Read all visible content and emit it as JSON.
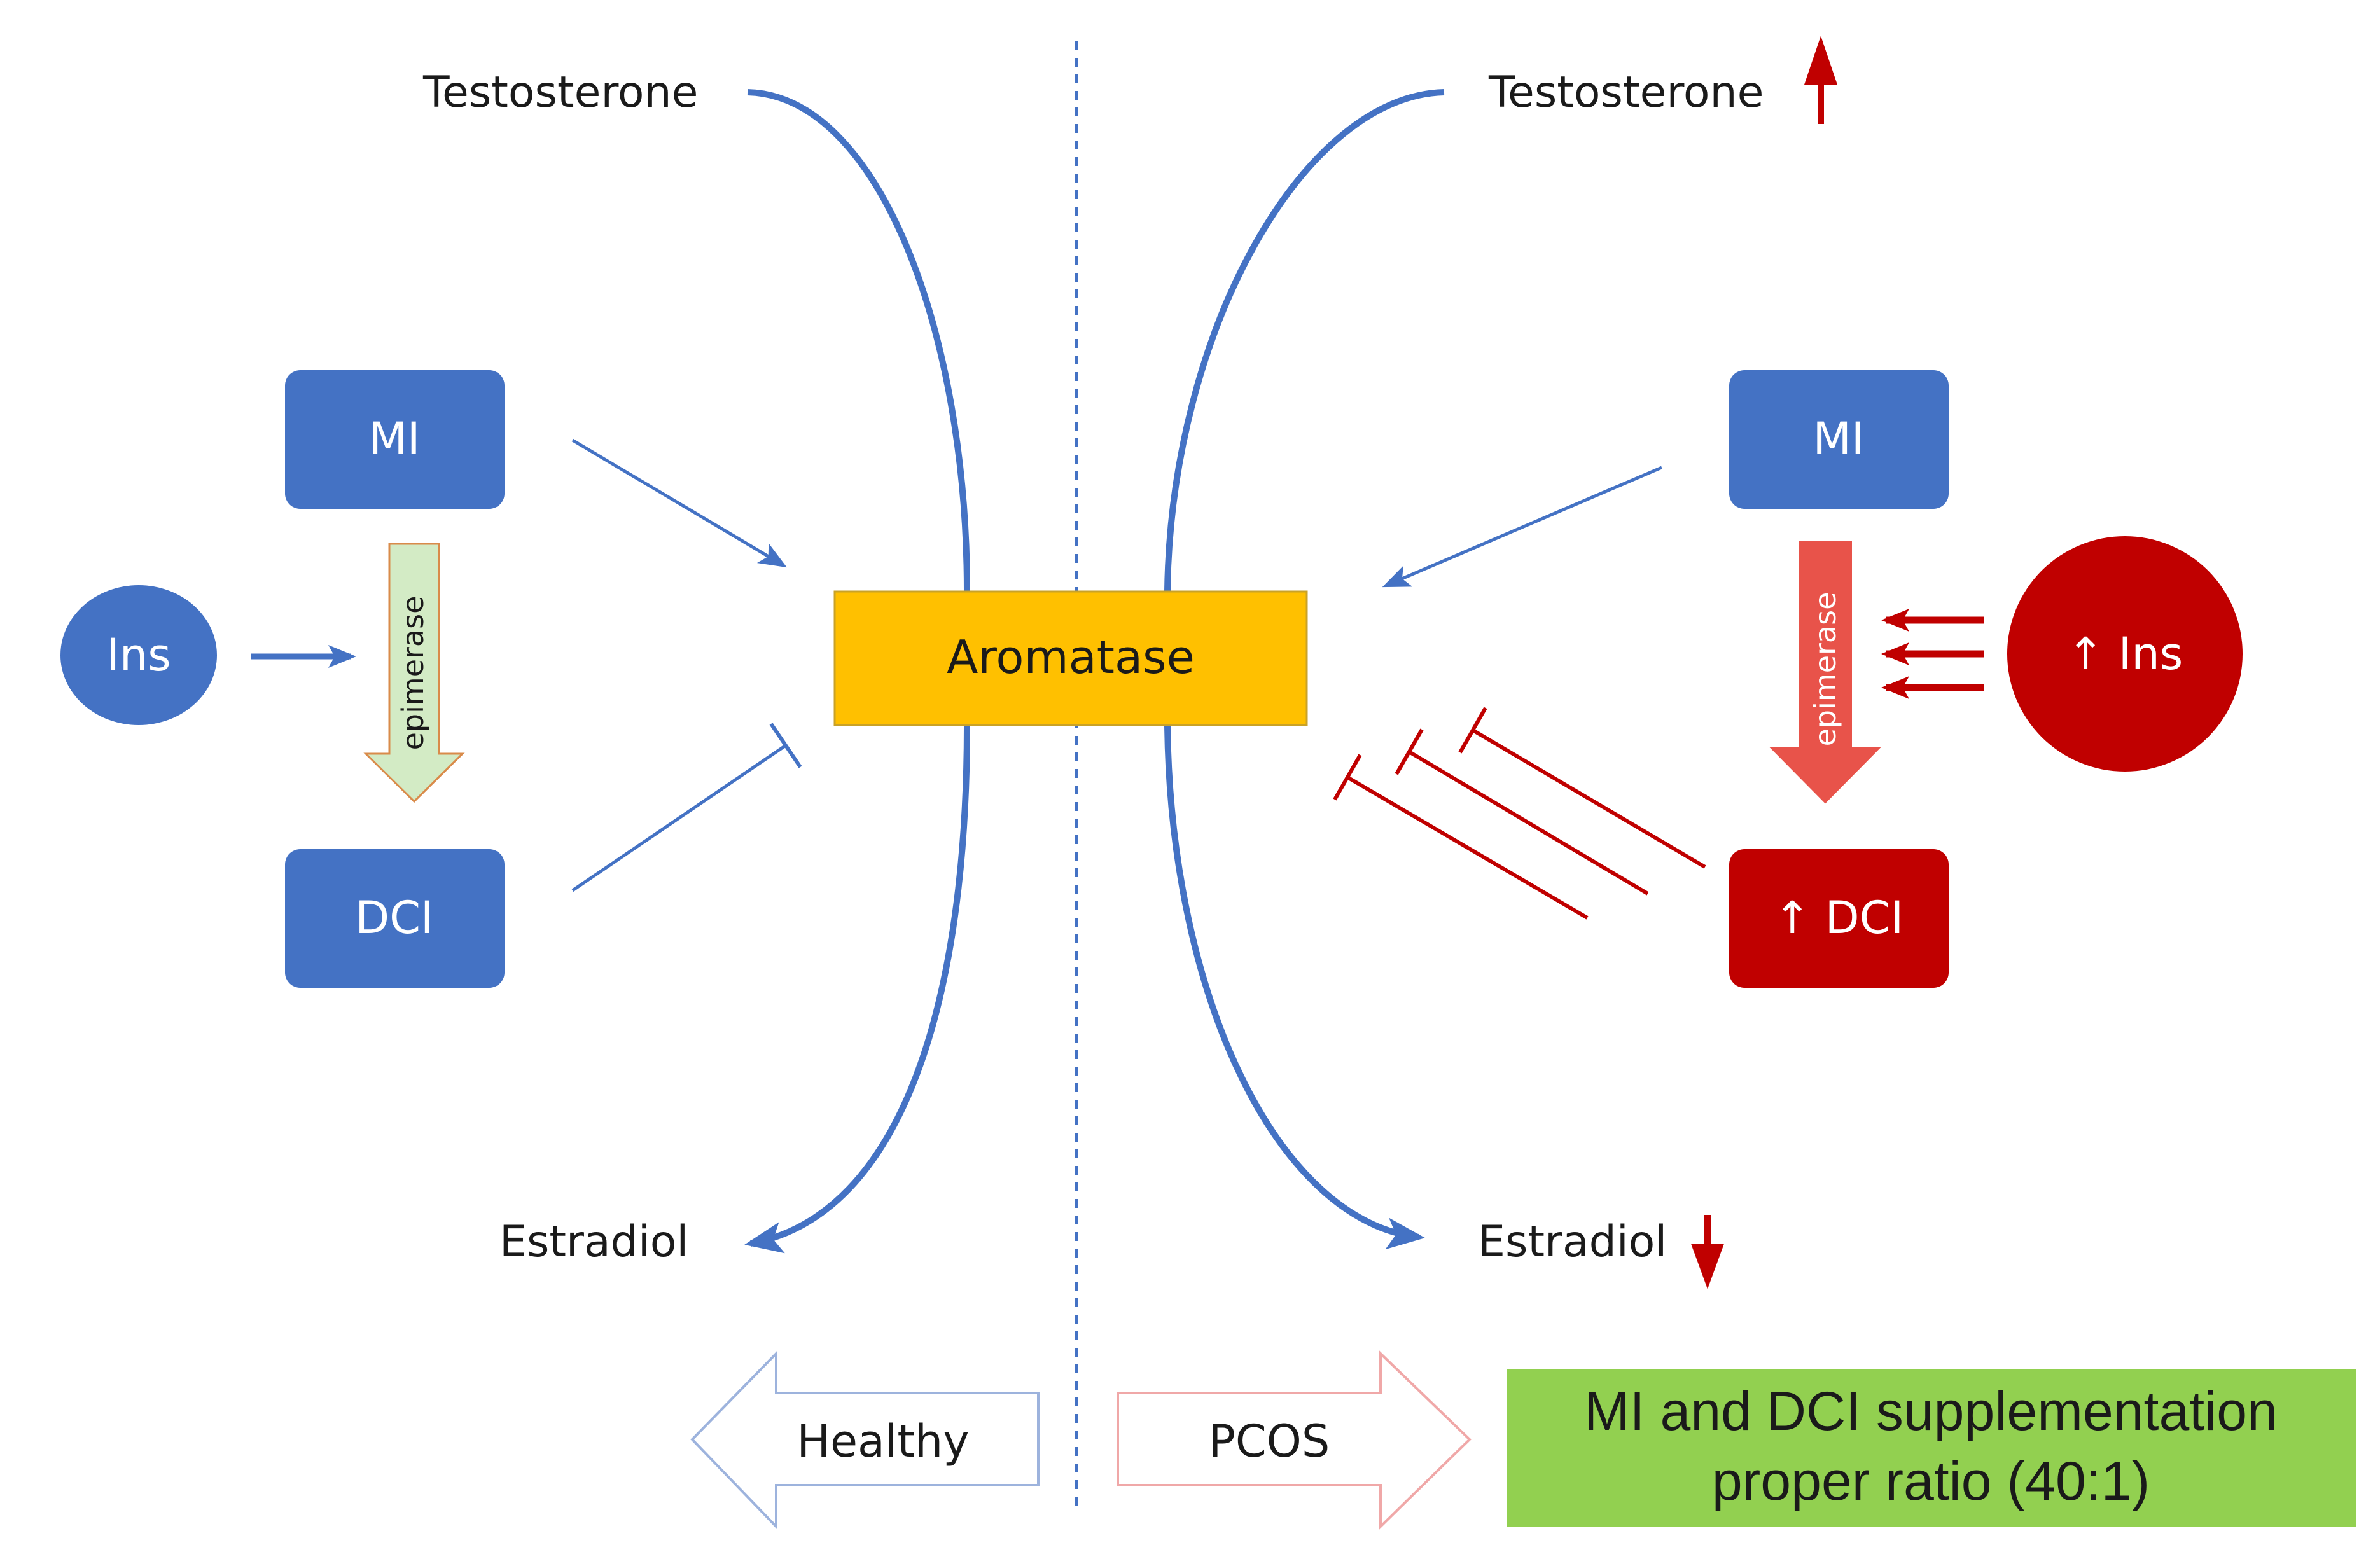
{
  "colors": {
    "blue": "#4472C4",
    "dark_red": "#C00000",
    "red": "#E8534A",
    "aromatase_fill": "#FFC000",
    "epimerase_green": "#D3EBC5",
    "supplement_green": "#92D050"
  },
  "left": {
    "testosterone": "Testosterone",
    "estradiol": "Estradiol",
    "mi": "MI",
    "dci": "DCI",
    "ins": "Ins",
    "epimerase": "epimerase",
    "state": "Healthy"
  },
  "center": {
    "aromatase": "Aromatase"
  },
  "right": {
    "testosterone": "Testosterone",
    "estradiol": "Estradiol",
    "mi": "MI",
    "dci": "↑ DCI",
    "ins": "↑ Ins",
    "epimerase": "epimerase",
    "state": "PCOS"
  },
  "supplement": {
    "line1": "MI and DCI supplementation",
    "line2": "proper ratio (40:1)"
  }
}
